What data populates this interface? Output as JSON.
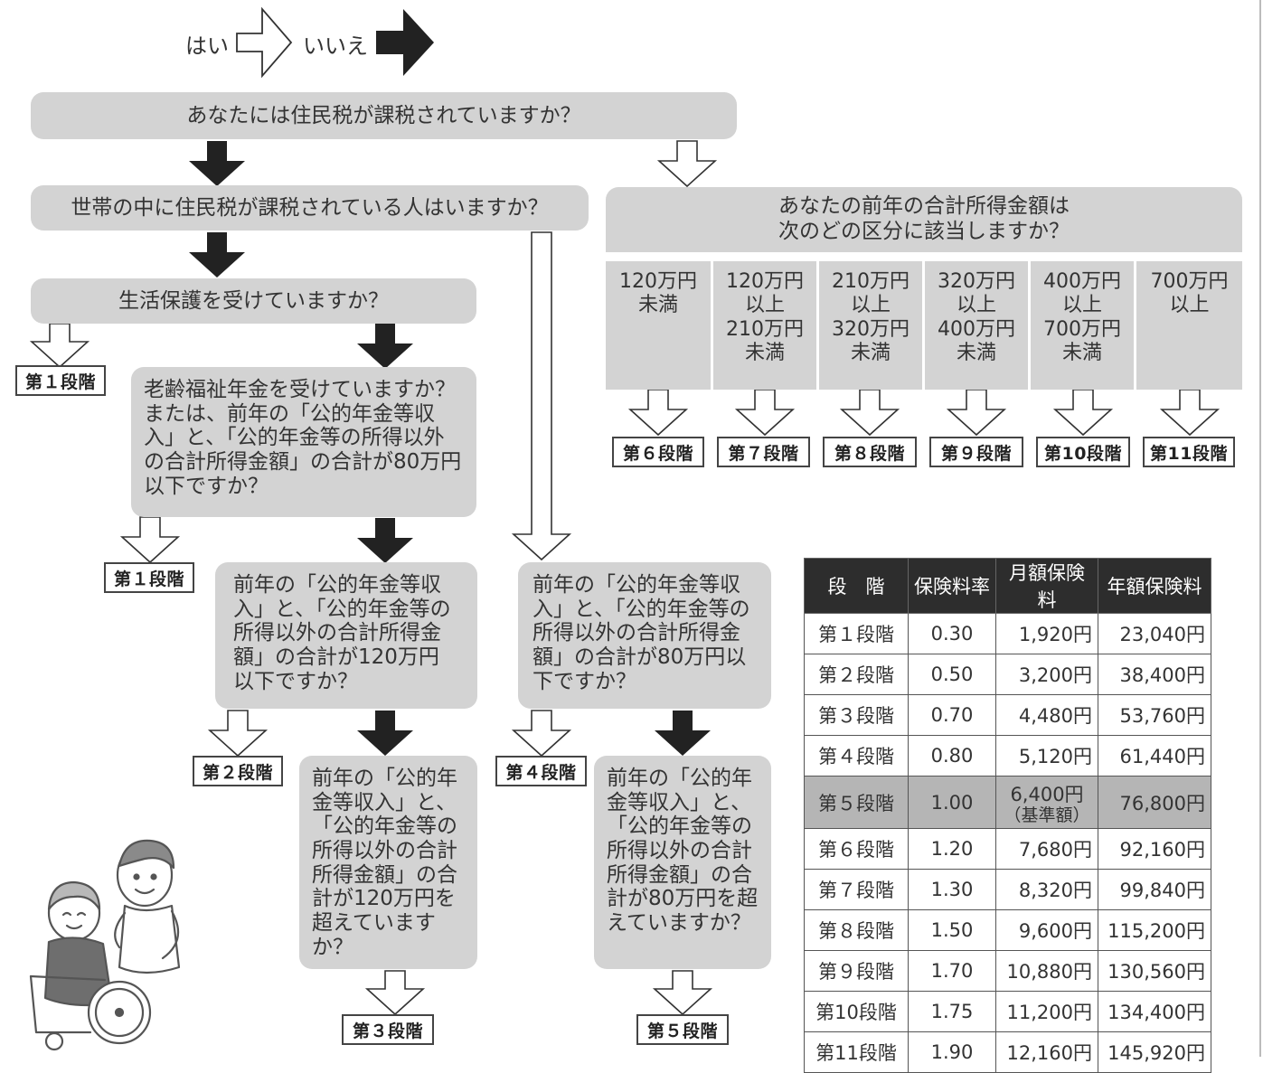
{
  "legend": {
    "yes": "はい",
    "no": "いいえ"
  },
  "questions": {
    "q1": "あなたには住民税が課税されていますか？",
    "q2": "世帯の中に住民税が課税されている人はいますか？",
    "q3": "生活保護を受けていますか？",
    "q4": "老齢福祉年金を受けていますか？または、前年の「公的年金等収入」と、「公的年金等の所得以外の合計所得金額」の合計が80万円以下ですか？",
    "q5": "前年の「公的年金等収入」と、「公的年金等の所得以外の合計所得金額」の合計が120万円以下ですか？",
    "q6": "前年の「公的年金等収入」と、「公的年金等の所得以外の合計所得金額」の合計が120万円を超えていますか？",
    "q7": "前年の「公的年金等収入」と、「公的年金等の所得以外の合計所得金額」の合計が80万円以下ですか？",
    "q8": "前年の「公的年金等収入」と、「公的年金等の所得以外の合計所得金額」の合計が80万円を超えていますか？",
    "q_income_line1": "あなたの前年の合計所得金額は",
    "q_income_line2": "次のどの区分に該当しますか？"
  },
  "income_brackets": [
    "120万円\n未満",
    "120万円\n以上\n210万円\n未満",
    "210万円\n以上\n320万円\n未満",
    "320万円\n以上\n400万円\n未満",
    "400万円\n以上\n700万円\n未満",
    "700万円\n以上"
  ],
  "stages": {
    "s1a": "第１段階",
    "s1b": "第１段階",
    "s2": "第２段階",
    "s3": "第３段階",
    "s4": "第４段階",
    "s5": "第５段階",
    "s6": "第６段階",
    "s7": "第７段階",
    "s8": "第８段階",
    "s9": "第９段階",
    "s10": "第10段階",
    "s11": "第11段階"
  },
  "fee_table": {
    "headers": [
      "段　階",
      "保険料率",
      "月額保険料",
      "年額保険料"
    ],
    "rows": [
      {
        "stage": "第１段階",
        "rate": "0.30",
        "monthly": "1,920円",
        "annual": "23,040円"
      },
      {
        "stage": "第２段階",
        "rate": "0.50",
        "monthly": "3,200円",
        "annual": "38,400円"
      },
      {
        "stage": "第３段階",
        "rate": "0.70",
        "monthly": "4,480円",
        "annual": "53,760円"
      },
      {
        "stage": "第４段階",
        "rate": "0.80",
        "monthly": "5,120円",
        "annual": "61,440円"
      },
      {
        "stage": "第５段階",
        "rate": "1.00",
        "monthly": "6,400円",
        "monthly_note": "（基準額）",
        "annual": "76,800円"
      },
      {
        "stage": "第６段階",
        "rate": "1.20",
        "monthly": "7,680円",
        "annual": "92,160円"
      },
      {
        "stage": "第７段階",
        "rate": "1.30",
        "monthly": "8,320円",
        "annual": "99,840円"
      },
      {
        "stage": "第８段階",
        "rate": "1.50",
        "monthly": "9,600円",
        "annual": "115,200円"
      },
      {
        "stage": "第９段階",
        "rate": "1.70",
        "monthly": "10,880円",
        "annual": "130,560円"
      },
      {
        "stage": "第10段階",
        "rate": "1.75",
        "monthly": "11,200円",
        "annual": "134,400円"
      },
      {
        "stage": "第11段階",
        "rate": "1.90",
        "monthly": "12,160円",
        "annual": "145,920円"
      }
    ]
  },
  "colors": {
    "box": "#d3d3d3",
    "arrow_black": "#222222",
    "table_header": "#2d2d2d",
    "highlight_row": "#b5b5b5"
  }
}
